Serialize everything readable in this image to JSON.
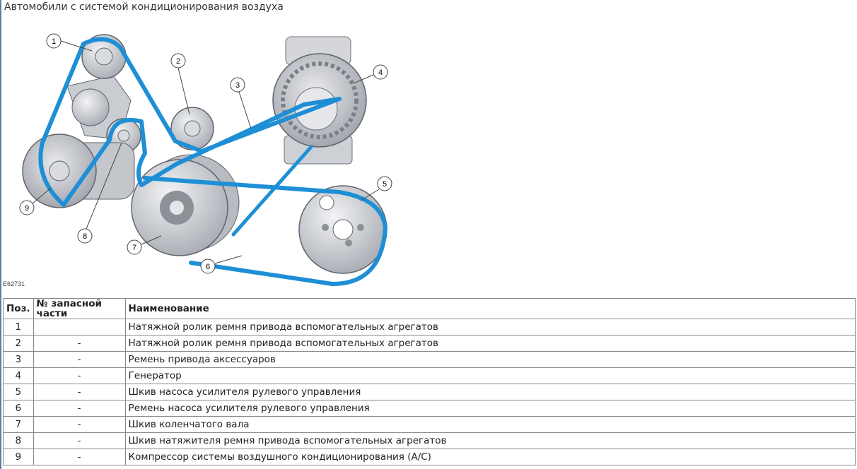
{
  "title": "Автомобили с системой кондиционирования воздуха",
  "figure": {
    "code": "E62731",
    "callouts": [
      "1",
      "2",
      "3",
      "4",
      "5",
      "6",
      "7",
      "8",
      "9"
    ],
    "belt_color": "#1e8fd6"
  },
  "table": {
    "headers": {
      "pos": "Поз.",
      "part_no": "№ запасной части",
      "name": "Наименование"
    },
    "rows": [
      {
        "pos": "1",
        "part_no": "",
        "name": "Натяжной ролик ремня привода вспомогательных агрегатов"
      },
      {
        "pos": "2",
        "part_no": "-",
        "name": "Натяжной ролик ремня привода вспомогательных агрегатов"
      },
      {
        "pos": "3",
        "part_no": "-",
        "name": "Ремень привода аксессуаров"
      },
      {
        "pos": "4",
        "part_no": "-",
        "name": "Генератор"
      },
      {
        "pos": "5",
        "part_no": "-",
        "name": "Шкив насоса усилителя рулевого управления"
      },
      {
        "pos": "6",
        "part_no": "-",
        "name": "Ремень насоса усилителя рулевого управления"
      },
      {
        "pos": "7",
        "part_no": "-",
        "name": "Шкив коленчатого вала"
      },
      {
        "pos": "8",
        "part_no": "-",
        "name": "Шкив натяжителя ремня привода вспомогательных агрегатов"
      },
      {
        "pos": "9",
        "part_no": "-",
        "name": "Компрессор системы воздушного кондиционирования (A/C)"
      }
    ]
  }
}
